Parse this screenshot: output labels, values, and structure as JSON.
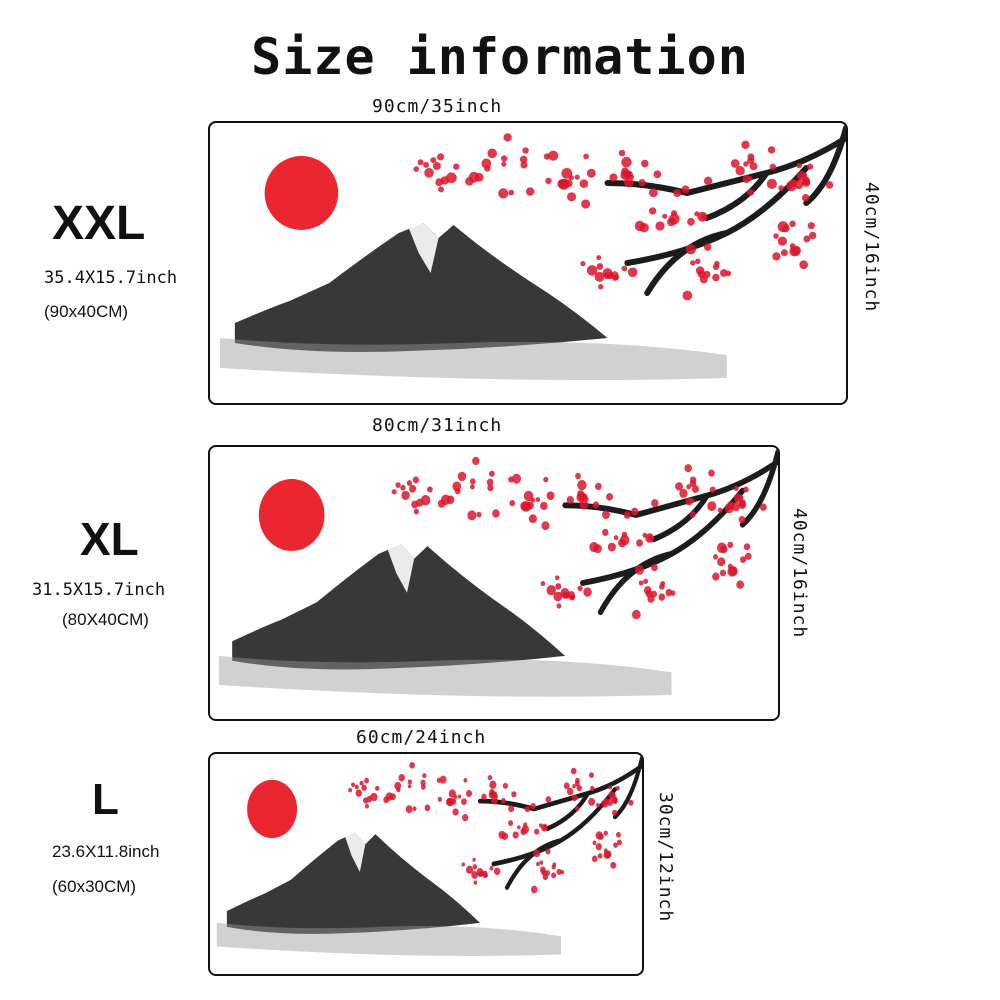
{
  "title": "Size information",
  "colors": {
    "sun": "#e8141e",
    "blossom": "#d9162c",
    "ink": "#1c1c1c",
    "mist": "#9a9a9a"
  },
  "sizes": [
    {
      "label": "XXL",
      "inch": "35.4X15.7inch",
      "cm": "(90x40CM)",
      "width_dim": "90cm/35inch",
      "height_dim": "40cm/16inch"
    },
    {
      "label": "XL",
      "inch": "31.5X15.7inch",
      "cm": "(80X40CM)",
      "width_dim": "80cm/31inch",
      "height_dim": "40cm/16inch"
    },
    {
      "label": "L",
      "inch": "23.6X11.8inch",
      "cm": "(60x30CM)",
      "width_dim": "60cm/24inch",
      "height_dim": "30cm/12inch"
    }
  ],
  "icons": [
    "red-sun-icon",
    "mount-fuji-icon",
    "cherry-blossom-branch-icon"
  ]
}
